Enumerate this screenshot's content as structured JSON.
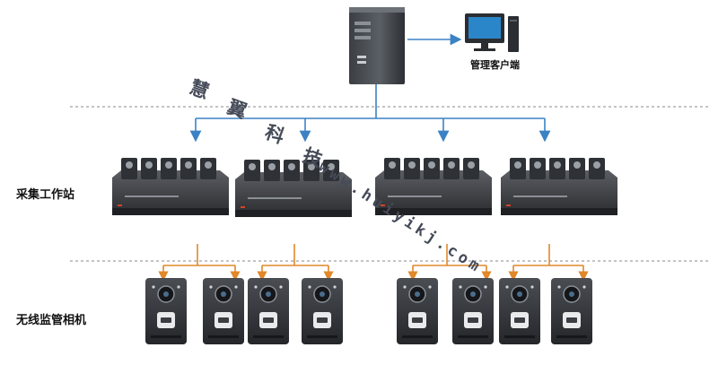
{
  "labels": {
    "management_client": "管理客户端",
    "collection_workstation": "采集工作站",
    "wireless_camera": "无线监管相机"
  },
  "watermark": {
    "chars": [
      "慧",
      "翼",
      "科",
      "技"
    ],
    "url": "www.huiyikj.com"
  },
  "colors": {
    "server_arrow": "#3b82c4",
    "station_arrow": "#e0882a",
    "divider": "#888888"
  },
  "icons": {
    "server": "server-tower-icon",
    "client": "desktop-computer-icon",
    "station": "docking-station-icon",
    "camera": "body-camera-icon"
  }
}
